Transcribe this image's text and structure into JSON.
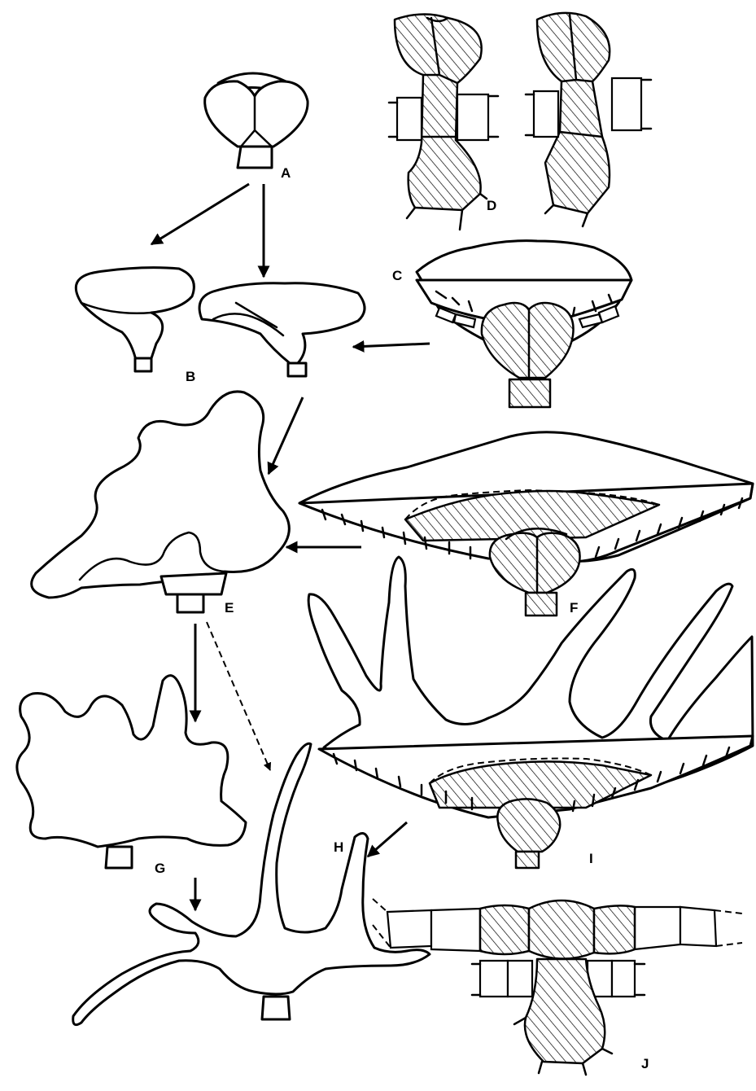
{
  "figure": {
    "labels": {
      "A": "A",
      "B": "B",
      "C": "C",
      "D": "D",
      "E": "E",
      "F": "F",
      "G": "G",
      "H": "H",
      "I": "I",
      "J": "J"
    }
  }
}
